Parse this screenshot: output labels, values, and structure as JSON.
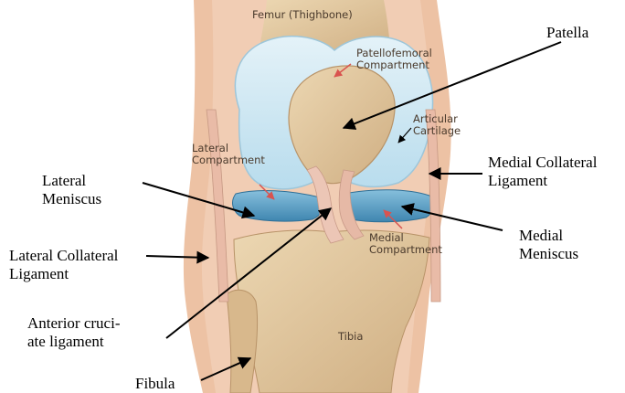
{
  "figure": {
    "inner_labels": {
      "femur": "Femur (Thighbone)",
      "patellofemoral": "Patellofemoral\nCompartment",
      "articular": "Articular\nCartilage",
      "lateral_compartment": "Lateral\nCompartment",
      "medial_compartment": "Medial\nCompartment",
      "tibia": "Tibia"
    },
    "callouts": {
      "patella": "Patella",
      "medial_collateral": "Medial Collateral\nLigament",
      "lateral_meniscus": "Lateral\nMeniscus",
      "medial_meniscus": "Medial\nMeniscus",
      "lateral_collateral": "Lateral Collateral\nLigament",
      "anterior_cruciate": "Anterior cruci-\nate ligament",
      "fibula": "Fibula"
    },
    "colors": {
      "skin": "#edc2a4",
      "bone": "#e0c59d",
      "cartilage": "#c9e4f0",
      "meniscus": "#5fa3c8",
      "ligament": "#ecc6b6",
      "inner_arrow": "#d9534f"
    }
  }
}
